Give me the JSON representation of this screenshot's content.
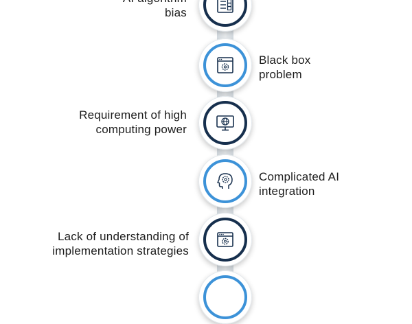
{
  "items": [
    {
      "lines": [
        "AI algorithm",
        "bias"
      ],
      "icon": "checklist-icon"
    },
    {
      "lines": [
        "Black box",
        "problem"
      ],
      "icon": "browser-gear-icon"
    },
    {
      "lines": [
        "Requirement of high",
        "computing power"
      ],
      "icon": "monitor-globe-icon"
    },
    {
      "lines": [
        "Complicated AI",
        "integration"
      ],
      "icon": "head-gear-icon"
    },
    {
      "lines": [
        "Lack of understanding of",
        "implementation strategies"
      ],
      "icon": "window-gear-icon"
    }
  ],
  "colors": {
    "navy": "#162f4d",
    "blue": "#3c92d8",
    "connector": "#d9dfe4",
    "text": "#1c1c1c"
  }
}
